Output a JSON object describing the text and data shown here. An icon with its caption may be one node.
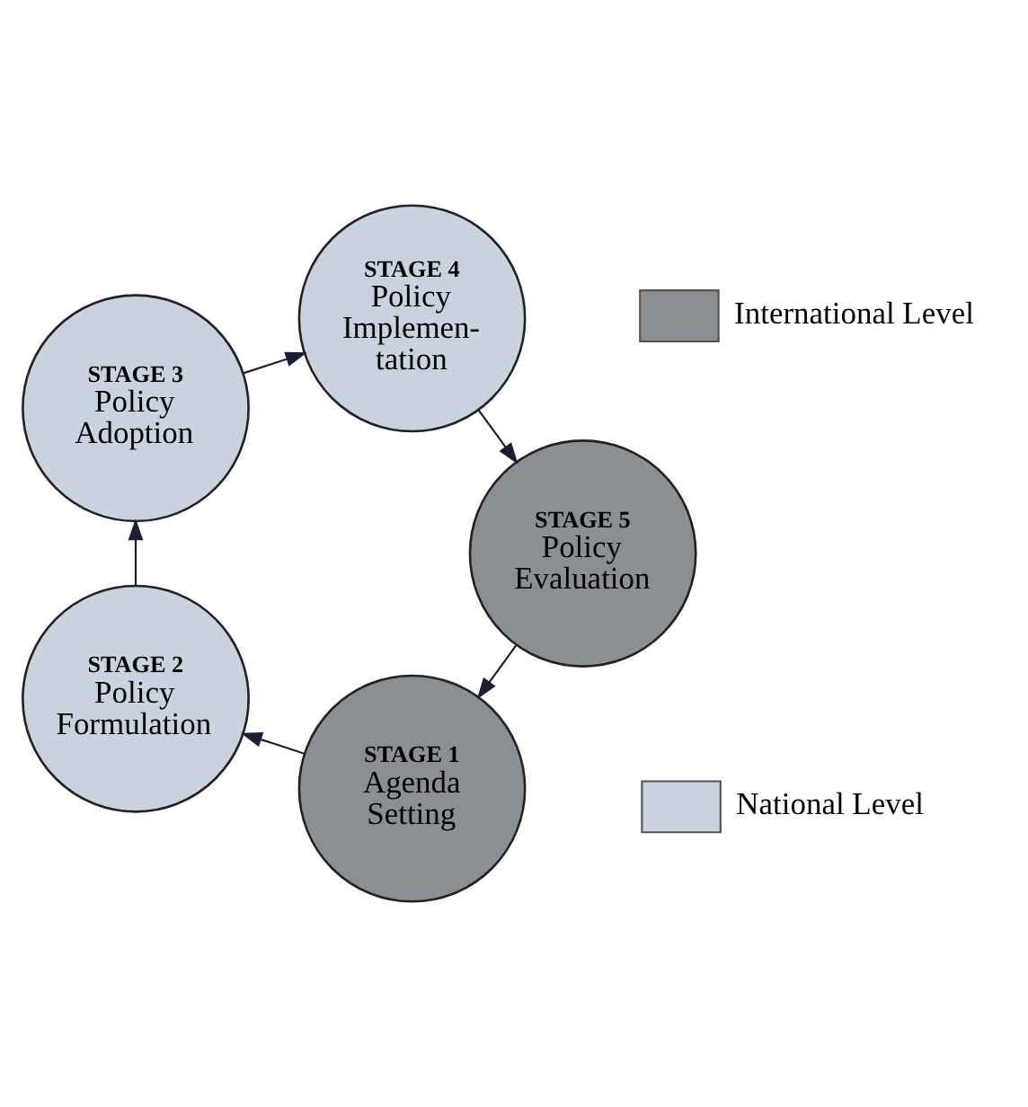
{
  "diagram": {
    "nodes": [
      {
        "text": [
          "STAGE 1",
          "Agenda Setting"
        ]
      },
      {
        "text": [
          "STAGE 2",
          "Policy Formulation"
        ]
      },
      {
        "text": [
          "STAGE 3",
          "Policy Adoption"
        ]
      },
      {
        "text": [
          "STAGE 4",
          "Policy Implemen- tation"
        ]
      },
      {
        "text": [
          "STAGE 5",
          "Policy Evaluation"
        ]
      }
    ],
    "edges": [
      {
        "from": 0,
        "to": 1,
        "arrow": "to"
      },
      {
        "from": 1,
        "to": 2,
        "arrow": "to"
      },
      {
        "from": 2,
        "to": 3,
        "arrow": "to"
      },
      {
        "from": 3,
        "to": 4,
        "arrow": "to"
      },
      {
        "from": 4,
        "to": 0,
        "arrow": "to"
      }
    ],
    "legend": [
      {
        "text": "International Level",
        "color": "#8b8e93"
      },
      {
        "text": "National Level",
        "color": "#c9d3df"
      }
    ]
  }
}
